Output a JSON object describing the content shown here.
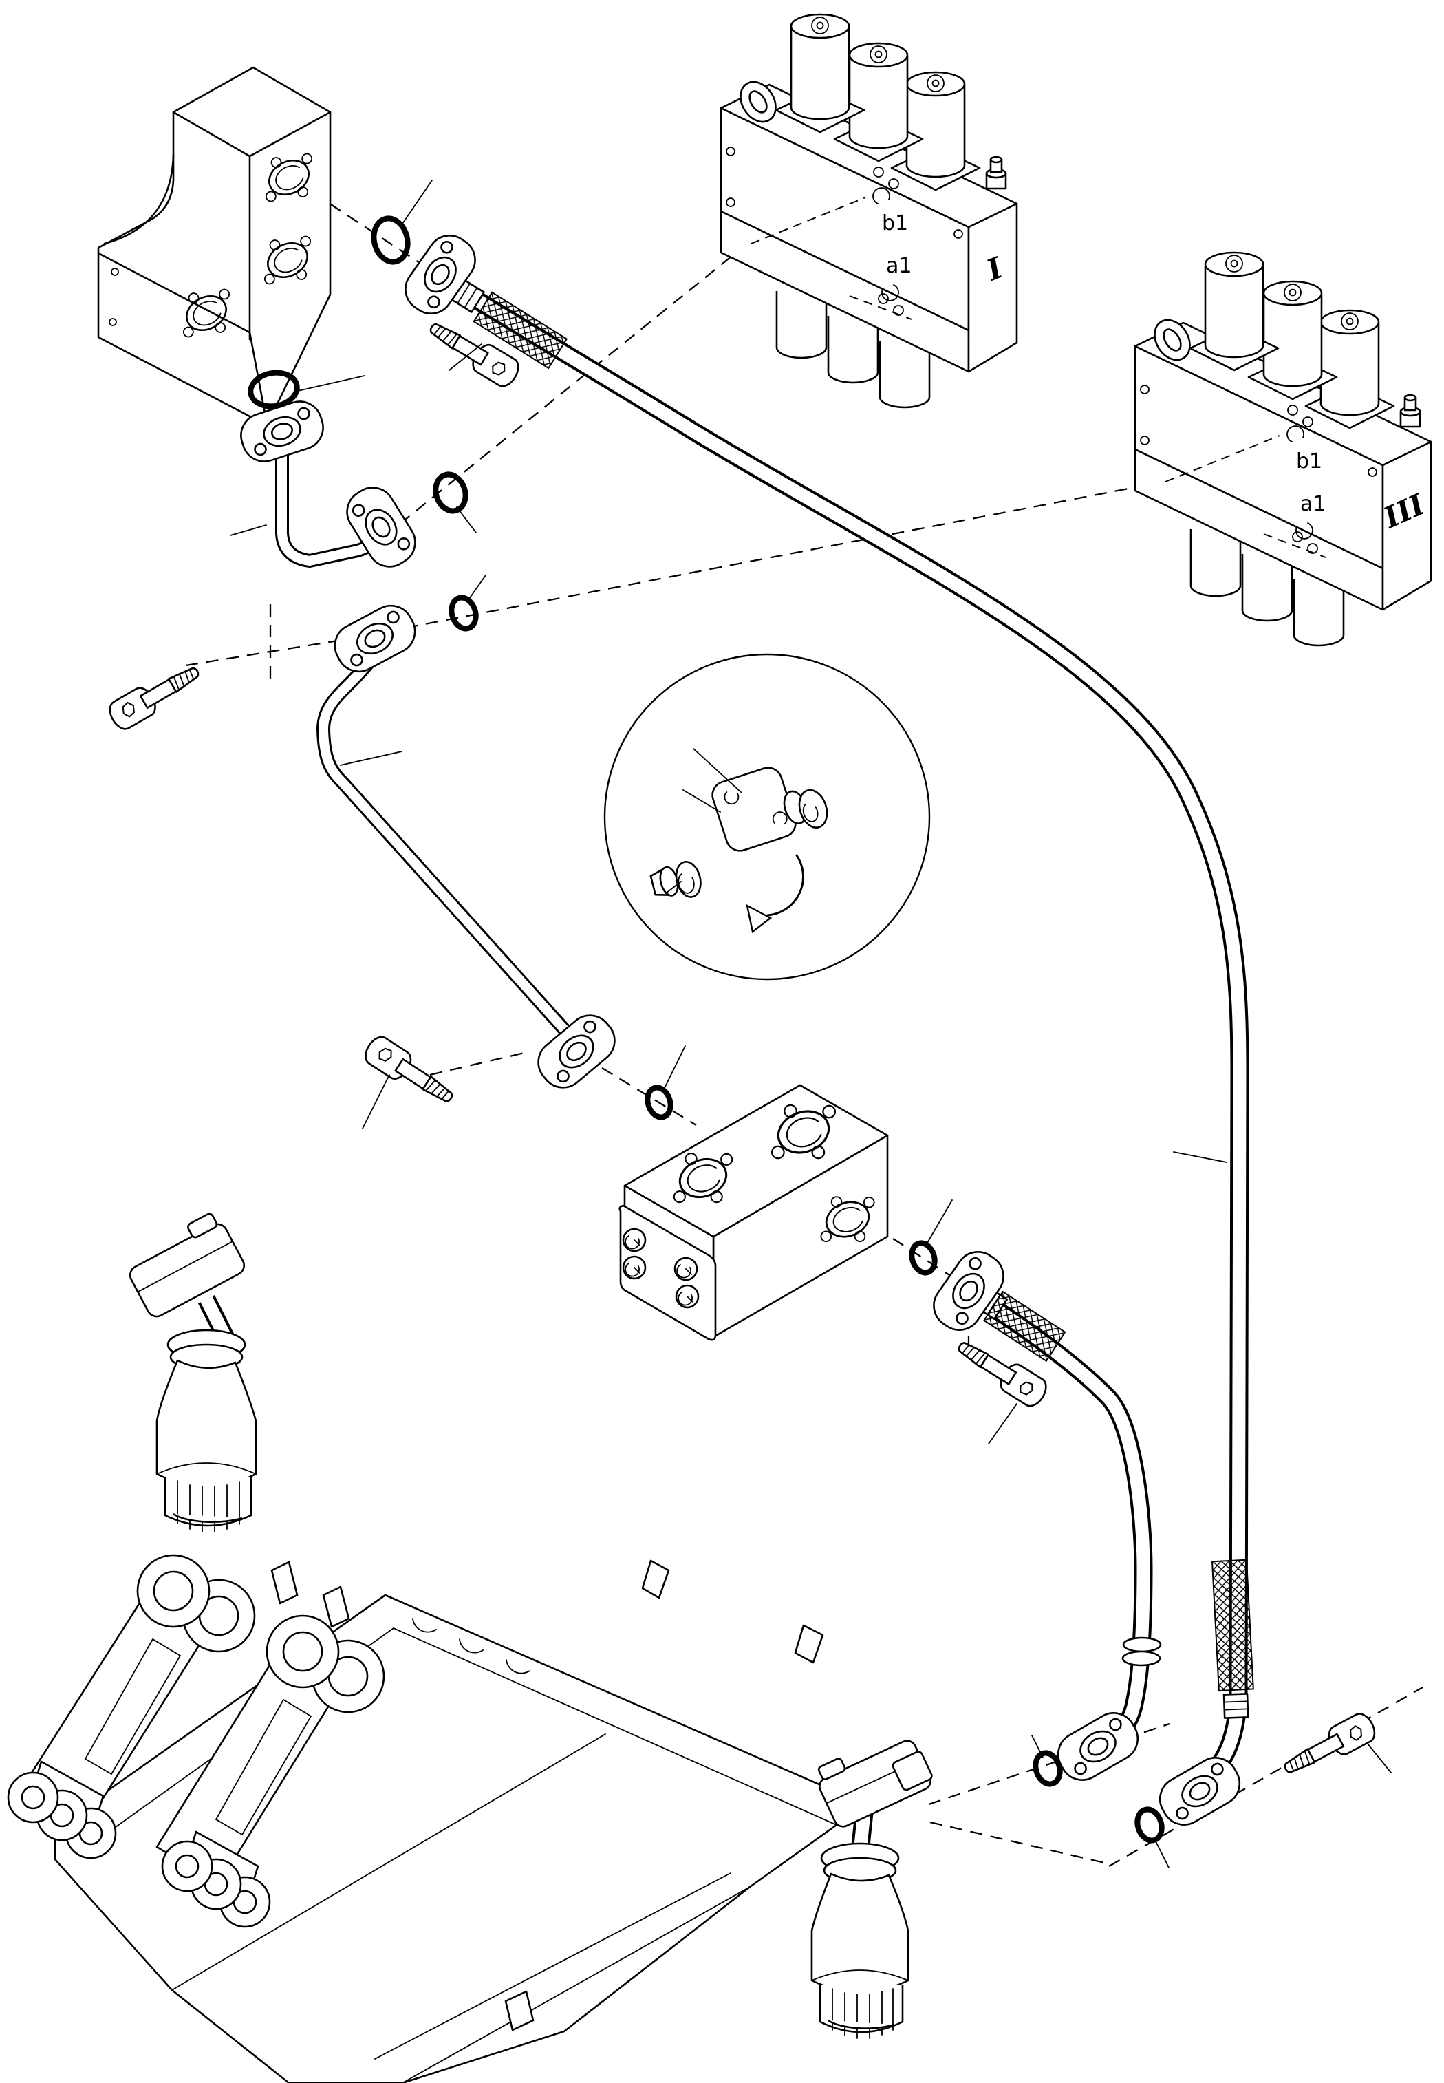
{
  "page": {
    "background": "#ffffff",
    "ink_color": "#000000"
  },
  "valves": {
    "valve_1": {
      "unit_label": "I",
      "port_top_label": "b1",
      "port_bottom_label": "a1"
    },
    "valve_3": {
      "unit_label": "III",
      "port_top_label": "b1",
      "port_bottom_label": "a1"
    }
  },
  "components": [
    "hydraulic-control-valve-I",
    "hydraulic-control-valve-III",
    "manifold-block",
    "elbow-tube",
    "bent-tube",
    "junction-block",
    "long-hose-assembly",
    "short-hose-assembly",
    "o-ring",
    "socket-head-bolt",
    "flange-connector",
    "ppc-joystick-valve-left",
    "ppc-joystick-valve-right",
    "revolving-frame",
    "fitting-rotation-detail-inset"
  ]
}
